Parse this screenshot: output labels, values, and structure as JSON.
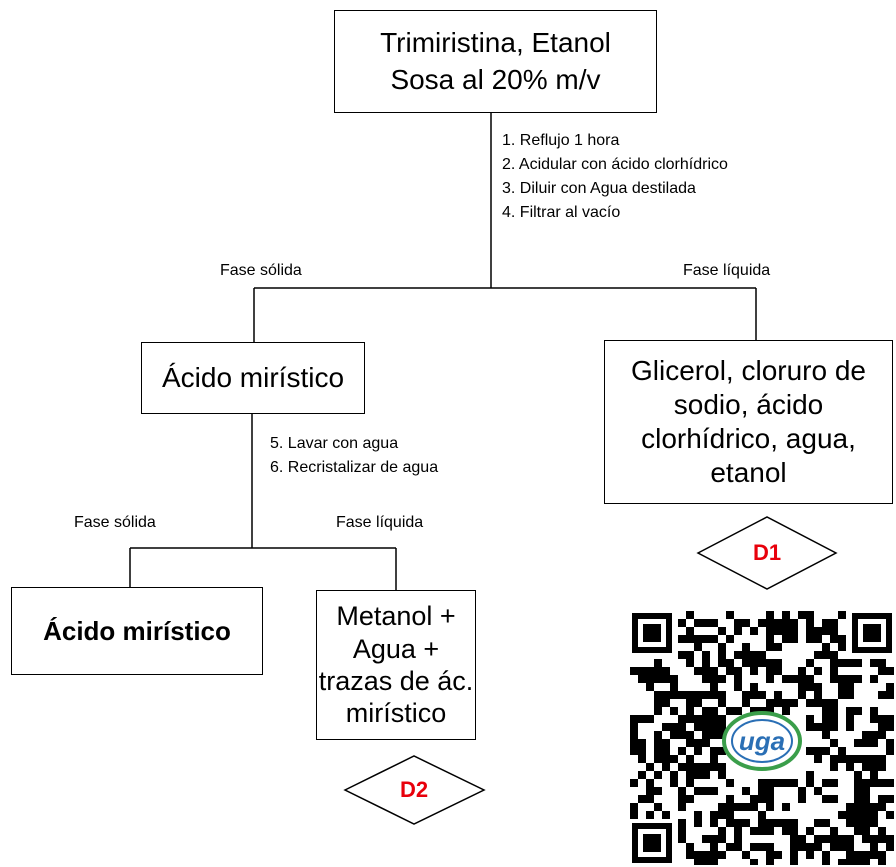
{
  "top_box": {
    "line1": "Trimiristina, Etanol",
    "line2": "Sosa al 20% m/v"
  },
  "steps_1": [
    "1.  Reflujo 1 hora",
    "2.  Acidular con ácido clorhídrico",
    "3.  Diluir con Agua destilada",
    "4.  Filtrar al vacío"
  ],
  "branch_1": {
    "left_label": "Fase sólida",
    "right_label": "Fase líquida"
  },
  "left_box": {
    "text": "Ácido mirístico"
  },
  "right_box": {
    "lines": [
      "Glicerol, cloruro de",
      "sodio, ácido",
      "clorhídrico, agua,",
      "etanol"
    ]
  },
  "steps_2": [
    "5. Lavar con agua",
    "6. Recristalizar de agua"
  ],
  "branch_2": {
    "left_label": "Fase sólida",
    "right_label": "Fase líquida"
  },
  "product_box": {
    "text": "Ácido mirístico"
  },
  "liquid_box": {
    "lines": [
      "Metanol +",
      "Agua +",
      "trazas de ác.",
      "mirístico"
    ]
  },
  "diamond_1": {
    "label": "D1"
  },
  "diamond_2": {
    "label": "D2"
  },
  "qr_logo_text": "uga",
  "colors": {
    "diamond_label": "#e8000b",
    "logo_outer": "#3a9e4a",
    "logo_inner": "#2a6fb5"
  }
}
